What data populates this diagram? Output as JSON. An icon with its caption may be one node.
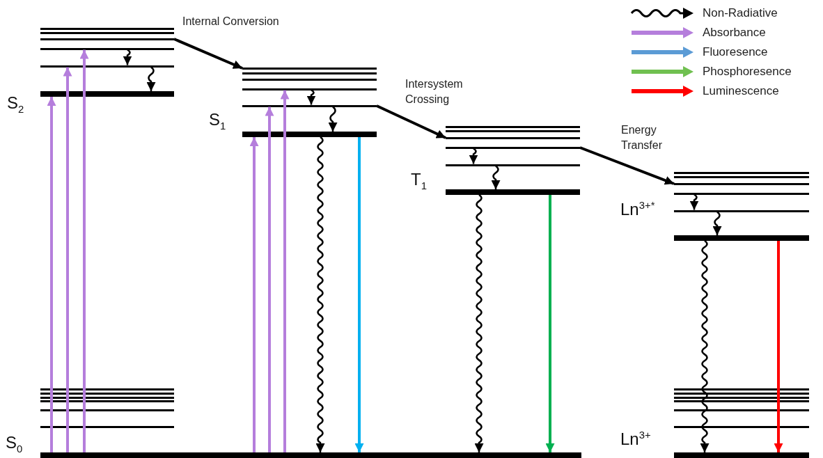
{
  "diagram": {
    "nodes": [
      {
        "text": [
          "S$_{2}$"
        ]
      },
      {
        "text": [],
        "shape": "bar",
        "in": 0
      },
      {
        "text": [],
        "shape": "bar",
        "in": 0
      },
      {
        "text": [],
        "shape": "bar",
        "in": 0
      },
      {
        "text": [],
        "shape": "bar",
        "in": 0
      },
      {
        "text": [],
        "shape": "bar",
        "in": 0
      },
      {
        "text": [],
        "shape": "bar",
        "in": 0
      },
      {
        "text": [
          "S$_{1}$"
        ]
      },
      {
        "text": [],
        "shape": "bar",
        "in": 7
      },
      {
        "text": [],
        "shape": "bar",
        "in": 7
      },
      {
        "text": [],
        "shape": "bar",
        "in": 7
      },
      {
        "text": [],
        "shape": "bar",
        "in": 7
      },
      {
        "text": [],
        "shape": "bar",
        "in": 7
      },
      {
        "text": [],
        "shape": "bar",
        "in": 7
      },
      {
        "text": [
          "T$_{1}$"
        ]
      },
      {
        "text": [],
        "shape": "bar",
        "in": 14
      },
      {
        "text": [],
        "shape": "bar",
        "in": 14
      },
      {
        "text": [],
        "shape": "bar",
        "in": 14
      },
      {
        "text": [],
        "shape": "bar",
        "in": 14
      },
      {
        "text": [],
        "shape": "bar",
        "in": 14
      },
      {
        "text": [],
        "shape": "bar",
        "in": 14
      },
      {
        "text": [
          "Ln$^{3+*}$"
        ]
      },
      {
        "text": [],
        "shape": "bar",
        "in": 21
      },
      {
        "text": [],
        "shape": "bar",
        "in": 21
      },
      {
        "text": [],
        "shape": "bar",
        "in": 21
      },
      {
        "text": [],
        "shape": "bar",
        "in": 21
      },
      {
        "text": [],
        "shape": "bar",
        "in": 21
      },
      {
        "text": [],
        "shape": "bar",
        "in": 21
      },
      {
        "text": [
          "S$_{0}$"
        ]
      },
      {
        "text": [],
        "shape": "bar",
        "in": 28
      },
      {
        "text": [],
        "shape": "bar",
        "in": 28
      },
      {
        "text": [],
        "shape": "bar",
        "in": 28
      },
      {
        "text": [],
        "shape": "bar",
        "in": 28
      },
      {
        "text": [],
        "shape": "bar",
        "in": 28
      },
      {
        "text": [],
        "shape": "bar",
        "in": 28
      },
      {
        "text": [],
        "shape": "bar",
        "in": 28
      },
      {
        "text": [
          "Ln$^{3+}$"
        ]
      },
      {
        "text": [],
        "shape": "bar",
        "in": 36
      },
      {
        "text": [],
        "shape": "bar",
        "in": 36
      },
      {
        "text": [],
        "shape": "bar",
        "in": 36
      },
      {
        "text": [],
        "shape": "bar",
        "in": 36
      },
      {
        "text": [],
        "shape": "bar",
        "in": 36
      },
      {
        "text": [],
        "shape": "bar",
        "in": 36
      },
      {
        "text": [],
        "shape": "bar",
        "in": 36
      }
    ],
    "edges": [
      {
        "from": 35,
        "to": 6,
        "arrow": "to",
        "color": "#b57edc"
      },
      {
        "from": 35,
        "to": 5,
        "arrow": "to",
        "color": "#b57edc"
      },
      {
        "from": 35,
        "to": 4,
        "arrow": "to",
        "color": "#b57edc"
      },
      {
        "from": 35,
        "to": 13,
        "arrow": "to",
        "color": "#b57edc"
      },
      {
        "from": 35,
        "to": 12,
        "arrow": "to",
        "color": "#b57edc"
      },
      {
        "from": 35,
        "to": 11,
        "arrow": "to",
        "color": "#b57edc"
      },
      {
        "from": 3,
        "to": 8,
        "arrow": "to",
        "label": "Internal Conversion"
      },
      {
        "from": 4,
        "to": 5,
        "arrow": "to"
      },
      {
        "from": 5,
        "to": 6,
        "arrow": "to"
      },
      {
        "from": 11,
        "to": 12,
        "arrow": "to"
      },
      {
        "from": 12,
        "to": 13,
        "arrow": "to"
      },
      {
        "from": 12,
        "to": 17,
        "arrow": "to",
        "label": "Intersystem Crossing"
      },
      {
        "from": 13,
        "to": 35,
        "arrow": "to"
      },
      {
        "from": 13,
        "to": 35,
        "arrow": "to",
        "color": "#00b0f0"
      },
      {
        "from": 18,
        "to": 19,
        "arrow": "to"
      },
      {
        "from": 19,
        "to": 20,
        "arrow": "to"
      },
      {
        "from": 18,
        "to": 24,
        "arrow": "to",
        "label": "Energy Transfer"
      },
      {
        "from": 20,
        "to": 35,
        "arrow": "to"
      },
      {
        "from": 20,
        "to": 35,
        "arrow": "to",
        "color": "#00b050"
      },
      {
        "from": 25,
        "to": 26,
        "arrow": "to"
      },
      {
        "from": 26,
        "to": 27,
        "arrow": "to"
      },
      {
        "from": 27,
        "to": 43,
        "arrow": "to"
      },
      {
        "from": 27,
        "to": 43,
        "arrow": "to",
        "color": "#ff0000"
      }
    ],
    "legend": [
      {
        "text": "Non-Radiative"
      },
      {
        "text": "Absorbance",
        "color": "#b57edc"
      },
      {
        "text": "Fluoresence",
        "color": "#5b9bd5"
      },
      {
        "text": "Phosphoresence",
        "color": "#70c050"
      },
      {
        "text": "Luminescence",
        "color": "#ff0000"
      }
    ]
  }
}
